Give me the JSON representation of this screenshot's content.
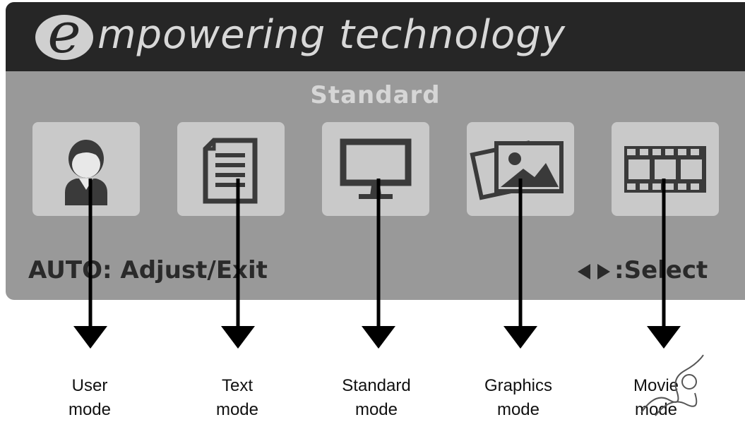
{
  "header": {
    "logo_letter": "e",
    "brand_text": "mpowering technology"
  },
  "osd": {
    "current_mode": "Standard",
    "footer_left": "AUTO: Adjust/Exit",
    "footer_right": ":Select"
  },
  "modes": [
    {
      "icon": "user-icon",
      "label_line1": "User",
      "label_line2": "mode"
    },
    {
      "icon": "document-icon",
      "label_line1": "Text",
      "label_line2": "mode"
    },
    {
      "icon": "monitor-icon",
      "label_line1": "Standard",
      "label_line2": "mode"
    },
    {
      "icon": "photos-icon",
      "label_line1": "Graphics",
      "label_line2": "mode"
    },
    {
      "icon": "film-icon",
      "label_line1": "Movie",
      "label_line2": "mode"
    }
  ],
  "colors": {
    "header_bg": "#262626",
    "panel_bg": "#999999",
    "tile_bg": "#c9c9c9",
    "icon": "#3a3a3a"
  }
}
